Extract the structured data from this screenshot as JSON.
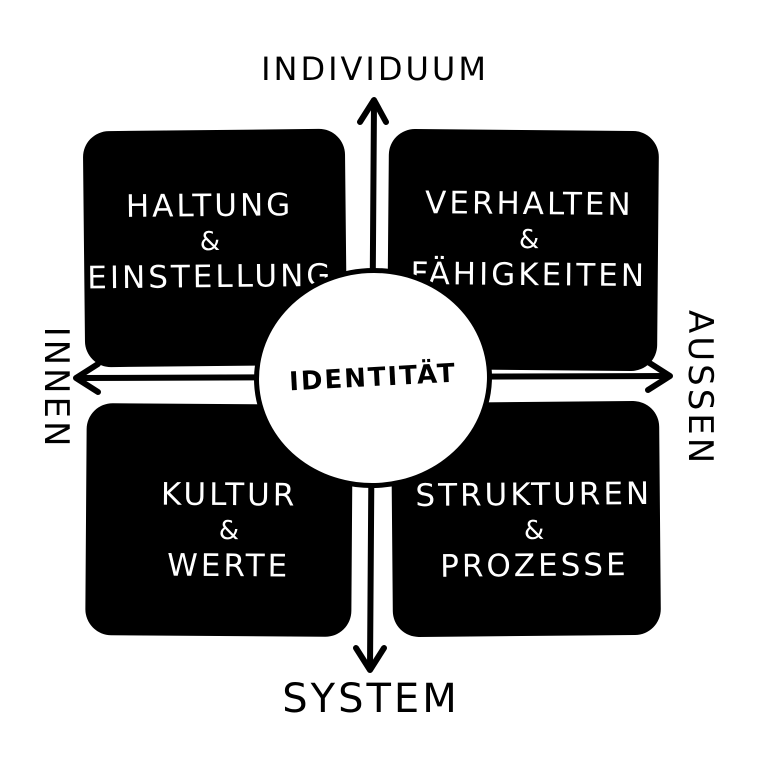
{
  "axes": {
    "top": "INDIVIDUUM",
    "bottom": "SYSTEM",
    "left": "INNEN",
    "right": "AUßEN"
  },
  "center": {
    "label": "IDENTITÄT"
  },
  "quadrants": {
    "top_left": {
      "line1": "HALTUNG",
      "amp": "&",
      "line2": "EINSTELLUNG"
    },
    "top_right": {
      "line1": "VERHALTEN",
      "amp": "&",
      "line2": "FÄHIGKEITEN"
    },
    "bottom_left": {
      "line1": "KULTUR",
      "amp": "&",
      "line2": "WERTE"
    },
    "bottom_right": {
      "line1": "STRUKTUREN",
      "amp": "&",
      "line2": "PROZESSE"
    }
  },
  "colors": {
    "ink": "#000000",
    "paper": "#ffffff"
  }
}
